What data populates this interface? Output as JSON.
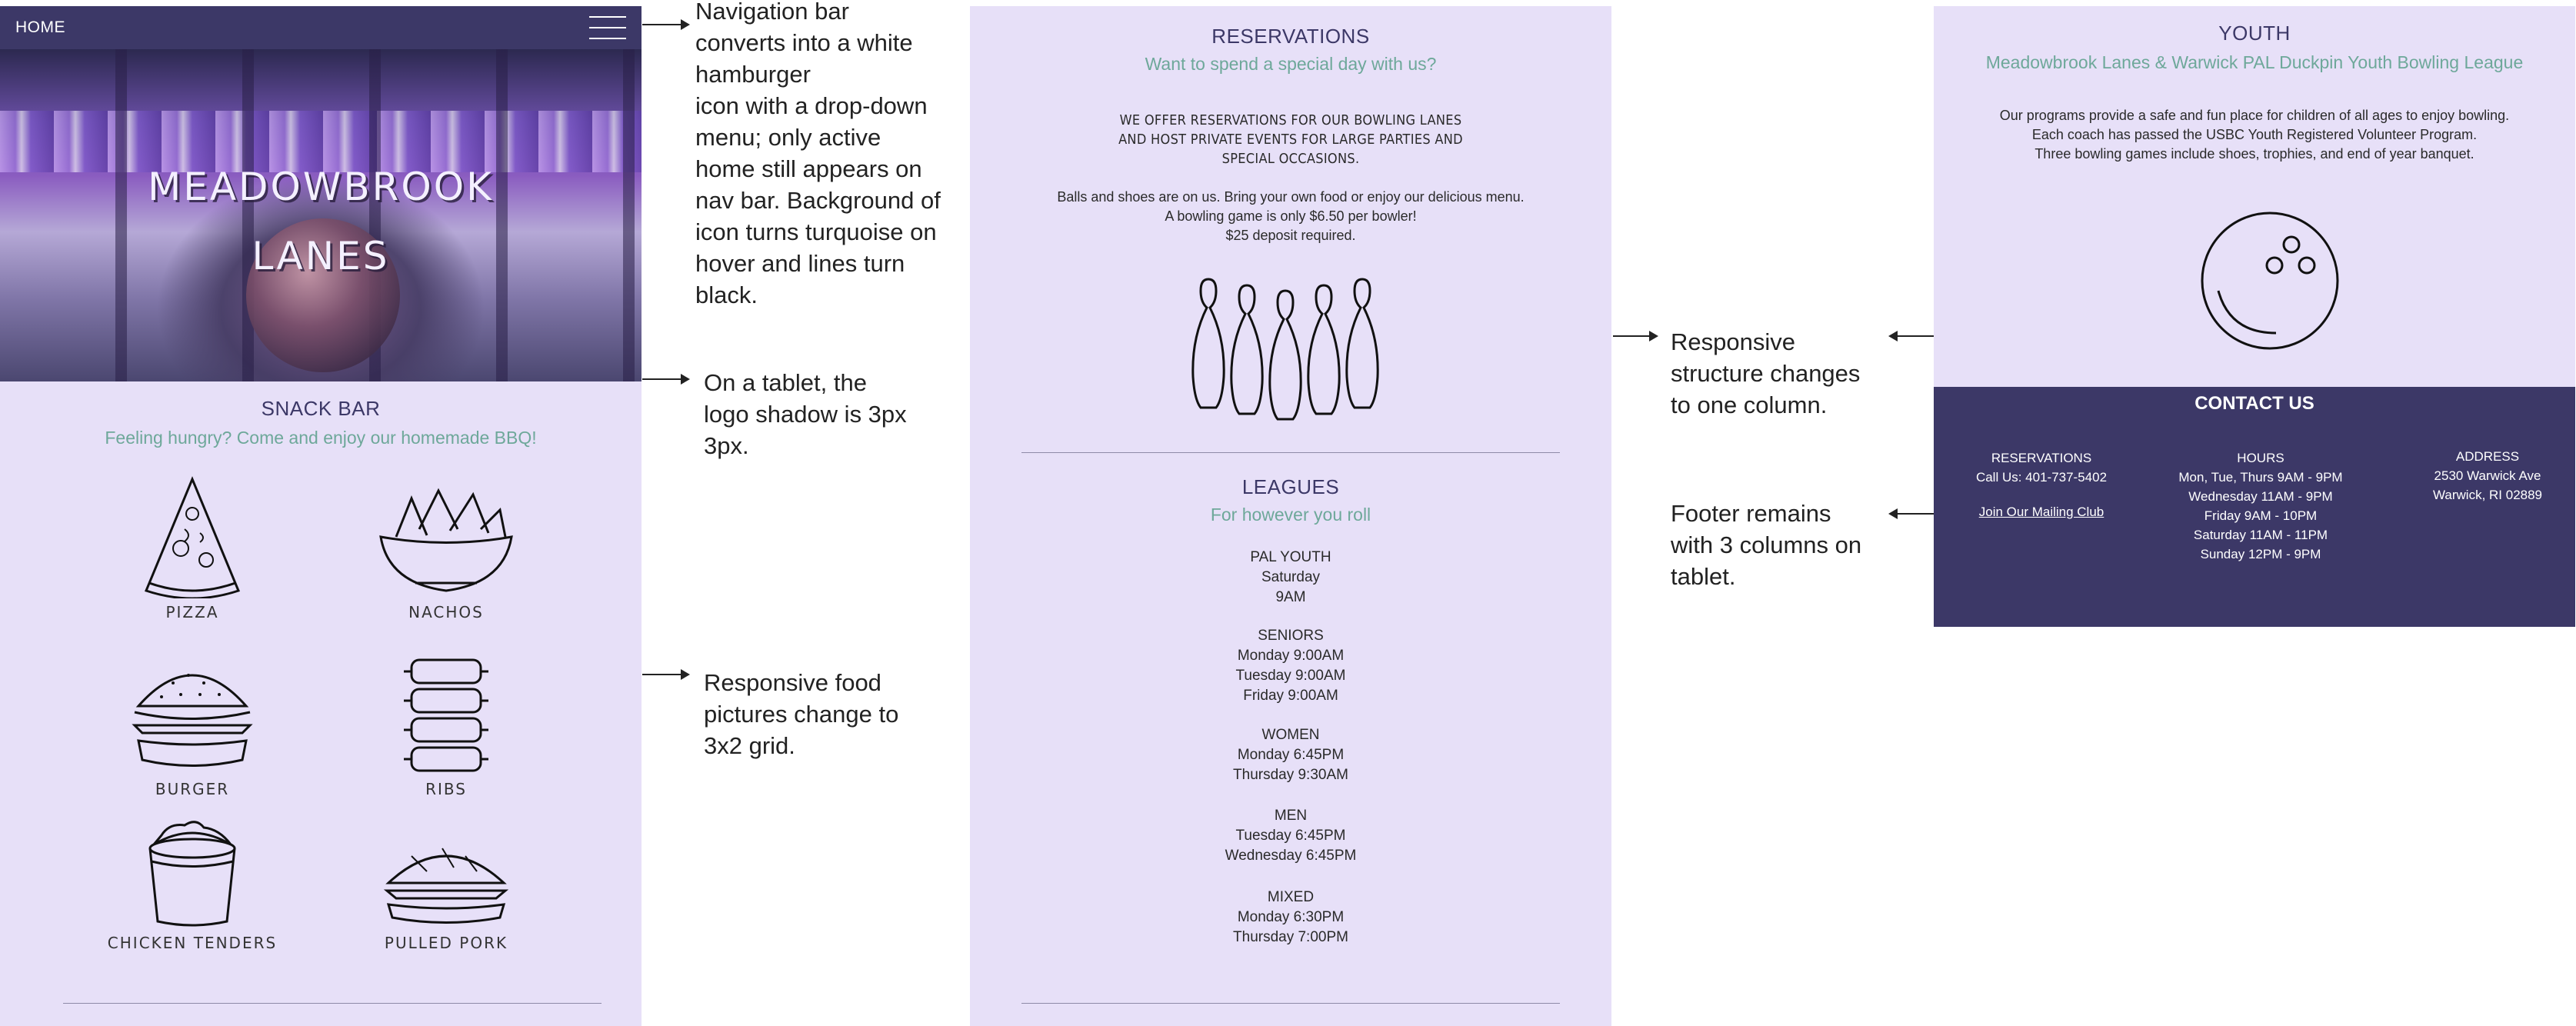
{
  "panel1": {
    "nav": {
      "home": "HOME"
    },
    "hero": {
      "line1": "MEADOWBROOK",
      "line2": "LANES"
    },
    "snack": {
      "title": "SNACK BAR",
      "subtitle": "Feeling hungry? Come and enjoy our homemade BBQ!",
      "items": [
        "PIZZA",
        "NACHOS",
        "BURGER",
        "RIBS",
        "CHICKEN TENDERS",
        "PULLED PORK"
      ]
    }
  },
  "panel2": {
    "reservations": {
      "title": "RESERVATIONS",
      "subtitle": "Want to spend a special day with us?",
      "caps1": "WE OFFER RESERVATIONS FOR OUR BOWLING LANES",
      "caps2": "AND HOST PRIVATE EVENTS FOR LARGE PARTIES AND",
      "caps3": "SPECIAL OCCASIONS.",
      "body1": "Balls and shoes are on us. Bring your own food or enjoy our delicious menu.",
      "body2": "A bowling game is only $6.50 per bowler!",
      "body3": "$25 deposit required."
    },
    "leagues": {
      "title": "LEAGUES",
      "subtitle": "For however you roll",
      "groups": [
        {
          "name": "PAL YOUTH",
          "times": [
            "Saturday",
            "9AM"
          ]
        },
        {
          "name": "SENIORS",
          "times": [
            "Monday 9:00AM",
            "Tuesday 9:00AM",
            "Friday 9:00AM"
          ]
        },
        {
          "name": "WOMEN",
          "times": [
            "Monday 6:45PM",
            "Thursday 9:30AM"
          ]
        },
        {
          "name": "MEN",
          "times": [
            "Tuesday 6:45PM",
            "Wednesday 6:45PM"
          ]
        },
        {
          "name": "MIXED",
          "times": [
            "Monday 6:30PM",
            "Thursday 7:00PM"
          ]
        }
      ]
    }
  },
  "panel3": {
    "youth": {
      "title": "YOUTH",
      "subtitle": "Meadowbrook Lanes & Warwick PAL Duckpin Youth Bowling League",
      "line1": "Our programs provide a safe and fun place for children of all ages to enjoy bowling.",
      "line2": "Each coach has passed the USBC Youth Registered Volunteer Program.",
      "line3": "Three bowling games include shoes, trophies, and end of year banquet."
    },
    "contact": {
      "title": "CONTACT US",
      "res_title": "RESERVATIONS",
      "res_phone": "Call Us: 401-737-5402",
      "mailing": "Join Our Mailing Club",
      "hours_title": "HOURS",
      "hours": [
        "Mon, Tue, Thurs 9AM - 9PM",
        "Wednesday 11AM - 9PM",
        "Friday 9AM - 10PM",
        "Saturday 11AM - 11PM",
        "Sunday 12PM - 9PM"
      ],
      "addr_title": "ADDRESS",
      "addr1": "2530 Warwick Ave",
      "addr2": "Warwick, RI 02889"
    }
  },
  "annotations": {
    "nav_lines": [
      "Navigation bar",
      "converts into a white",
      "hamburger",
      "icon with a drop-down",
      "menu; only active",
      "home still appears on",
      "nav bar. Background of",
      "icon turns turquoise on",
      "hover and lines turn",
      "black."
    ],
    "shadow_lines": [
      "On a tablet, the",
      "logo shadow is 3px",
      "3px."
    ],
    "grid_lines": [
      "Responsive food",
      "pictures change to",
      "3x2 grid."
    ],
    "structure_lines": [
      "Responsive",
      "structure changes",
      "to one column."
    ],
    "footer_lines": [
      "Footer remains",
      "with 3 columns on",
      "tablet."
    ]
  }
}
